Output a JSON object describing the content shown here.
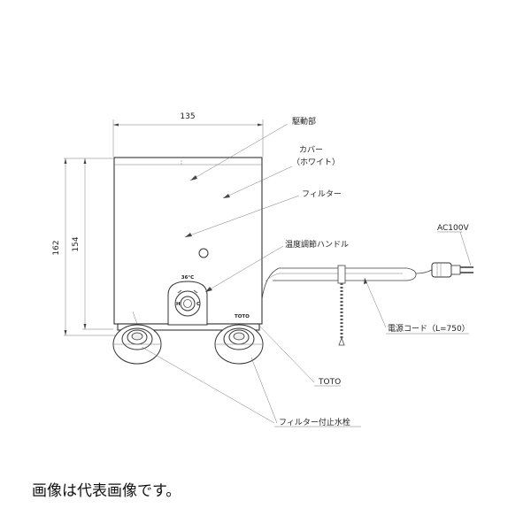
{
  "dimensions": {
    "width": "135",
    "height_outer": "162",
    "height_inner": "154"
  },
  "labels": {
    "drive_unit": "駆動部",
    "cover": "カバー",
    "cover_color": "（ホワイト）",
    "filter": "フィルター",
    "temp_handle": "温度調節ハンドル",
    "voltage": "AC100V",
    "power_cord": "電源コード（L=750）",
    "brand": "TOTO",
    "filter_valve": "フィルター付止水栓"
  },
  "knob": {
    "temp_marking": "36°C",
    "left_mark": "H",
    "right_mark": "C"
  },
  "body_brand": "TOTO",
  "caption": "画像は代表画像です。"
}
